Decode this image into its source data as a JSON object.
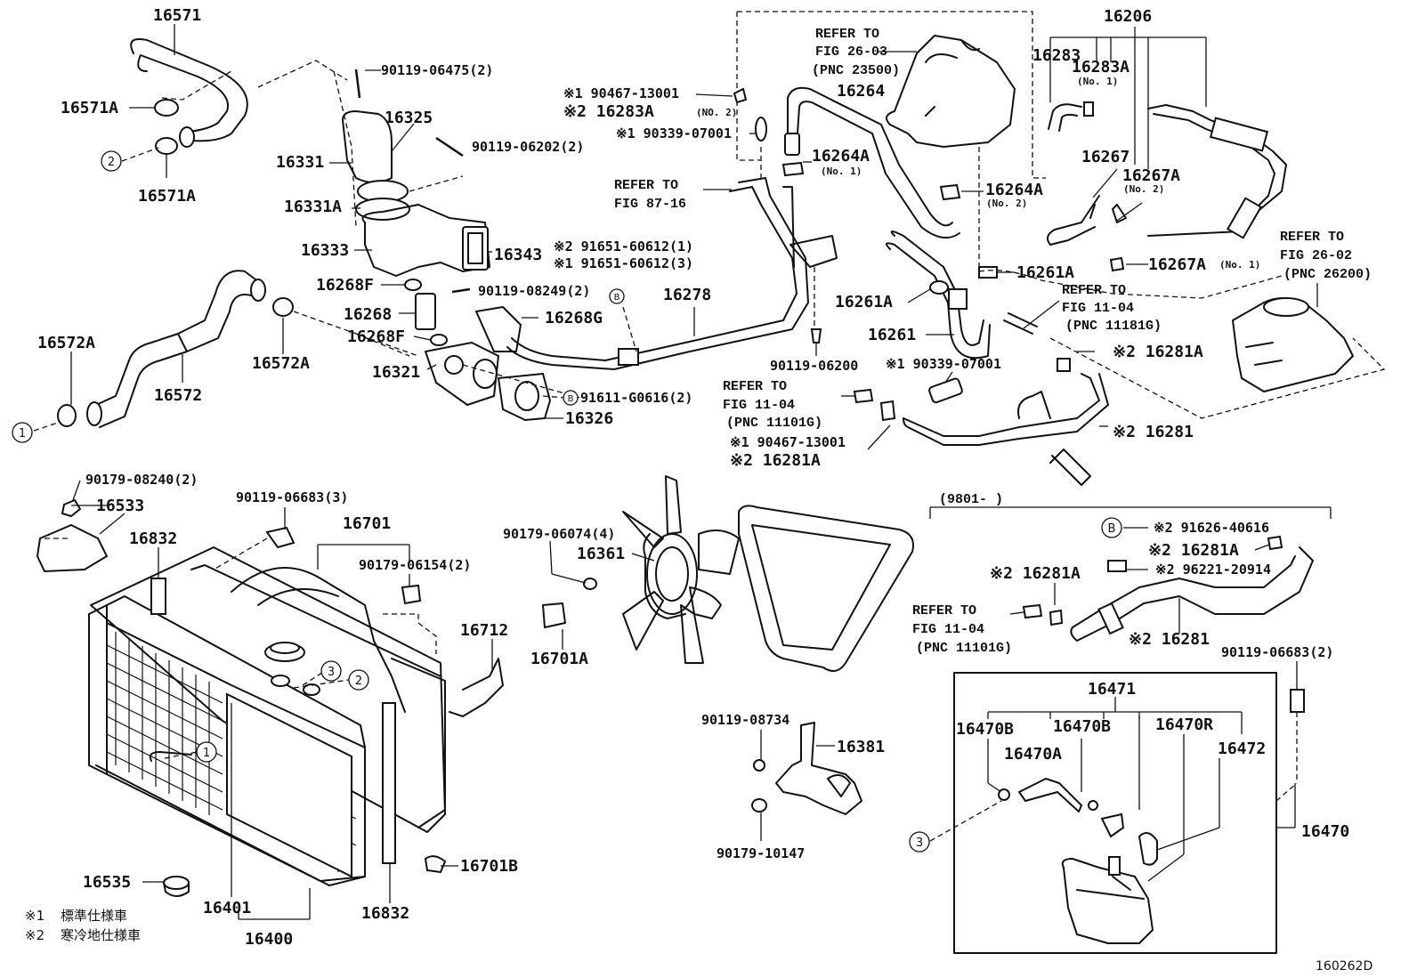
{
  "diagram": {
    "figure_code": "160262D",
    "footnotes": [
      {
        "mark": "※1",
        "text": "標準仕様車"
      },
      {
        "mark": "※2",
        "text": "寒冷地仕様車"
      }
    ],
    "circled_refs": [
      "1",
      "2",
      "3",
      "B"
    ],
    "labels": {
      "p16571": "16571",
      "p16571A_a": "16571A",
      "p16571A_b": "16571A",
      "p90119_06475": "90119-06475(2)",
      "p16325": "16325",
      "p90119_06202": "90119-06202(2)",
      "p16331": "16331",
      "p16331A": "16331A",
      "p16333": "16333",
      "p16343": "16343",
      "p91651_60612_1": "※2 91651-60612(1)",
      "p91651_60612_3": "※1 91651-60612(3)",
      "p16268F_a": "16268F",
      "p90119_08249": "90119-08249(2)",
      "p16268": "16268",
      "p16268F_b": "16268F",
      "p16268G": "16268G",
      "p16321": "16321",
      "p91611_G0616": "91611-G0616(2)",
      "p16326": "16326",
      "p16572A_a": "16572A",
      "p16572A_b": "16572A",
      "p16572": "16572",
      "p90467_13001_a": "※1 90467-13001",
      "p16283A_no2": "※2 16283A",
      "p16283A_no2_sub": "(NO. 2)",
      "p90339_07001_a": "※1 90339-07001",
      "refer_fig_26_03": "REFER TO",
      "refer_fig_26_03_b": "FIG 26-03",
      "refer_fig_26_03_c": "(PNC 23500)",
      "p16264": "16264",
      "p16264A_no1": "16264A",
      "p16264A_no1_sub": "(No. 1)",
      "refer_fig_87_16": "REFER TO",
      "refer_fig_87_16_b": "FIG 87-16",
      "p16264A_no2": "16264A",
      "p16264A_no2_sub": "(No. 2)",
      "p16278": "16278",
      "p16261A_a": "16261A",
      "p16261A_b": "16261A",
      "p16261": "16261",
      "p90119_06200": "90119-06200",
      "p90339_07001_b": "※1 90339-07001",
      "refer_fig_11_04_a": "REFER TO",
      "refer_fig_11_04_a_b": "FIG 11-04",
      "refer_fig_11_04_a_c": "(PNC 11101G)",
      "p90467_13001_b": "※1 90467-13001",
      "p16281A_a": "※2 16281A",
      "p16206": "16206",
      "p16283": "16283",
      "p16283A_no1": "16283A",
      "p16283A_no1_sub": "(No. 1)",
      "p16267": "16267",
      "p16267A_no2": "16267A",
      "p16267A_no2_sub": "(No. 2)",
      "p16267A_no1": "16267A",
      "p16267A_no1_sub": "(No. 1)",
      "refer_fig_26_02": "REFER TO",
      "refer_fig_26_02_b": "FIG 26-02",
      "refer_fig_26_02_c": "(PNC 26200)",
      "refer_fig_11_04_b": "REFER TO",
      "refer_fig_11_04_b_b": "FIG 11-04",
      "refer_fig_11_04_b_c": "(PNC 11181G)",
      "p16281A_b": "※2 16281A",
      "p16281_a": "※2 16281",
      "date_range": "(9801-      )",
      "p91626_40616": "※2 91626-40616",
      "p16281A_c": "※2 16281A",
      "p96221_20914": "※2 96221-20914",
      "p16281A_d": "※2 16281A",
      "refer_fig_11_04_c": "REFER TO",
      "refer_fig_11_04_c_b": "FIG 11-04",
      "refer_fig_11_04_c_c": "(PNC 11101G)",
      "p16281_b": "※2 16281",
      "p90179_08240": "90179-08240(2)",
      "p16533": "16533",
      "p90119_06683_a": "90119-06683(3)",
      "p16701": "16701",
      "p16832_a": "16832",
      "p90179_06154": "90179-06154(2)",
      "p90179_06074": "90179-06074(4)",
      "p16361": "16361",
      "p16712": "16712",
      "p16701A": "16701A",
      "p90119_08734": "90119-08734",
      "p16381": "16381",
      "p90179_10147": "90179-10147",
      "p16535": "16535",
      "p16401": "16401",
      "p16832_b": "16832",
      "p16701B": "16701B",
      "p16400": "16400",
      "p90119_06683_b": "90119-06683(2)",
      "p16471": "16471",
      "p16470B_a": "16470B",
      "p16470B_b": "16470B",
      "p16470R": "16470R",
      "p16472": "16472",
      "p16470A": "16470A",
      "p16470": "16470"
    }
  }
}
